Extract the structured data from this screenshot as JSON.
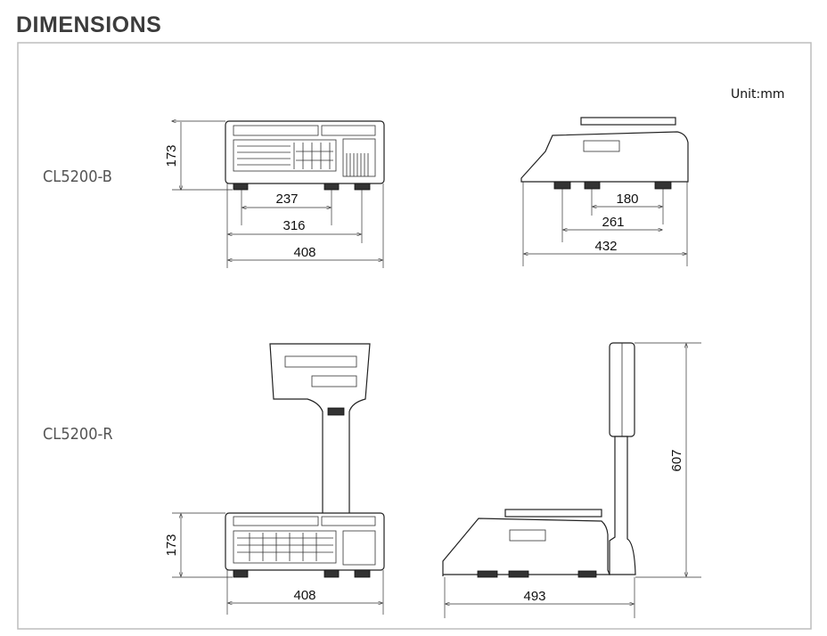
{
  "title": "DIMENSIONS",
  "unit": "Unit:mm",
  "models": [
    {
      "name": "CL5200-B",
      "front": {
        "height": "173",
        "feet_inner": "237",
        "feet_outer": "316",
        "width": "408"
      },
      "side": {
        "feet_a": "180",
        "feet_b": "261",
        "depth": "432"
      }
    },
    {
      "name": "CL5200-R",
      "front": {
        "height": "173",
        "width": "408"
      },
      "side": {
        "height": "607",
        "depth": "493"
      }
    }
  ]
}
